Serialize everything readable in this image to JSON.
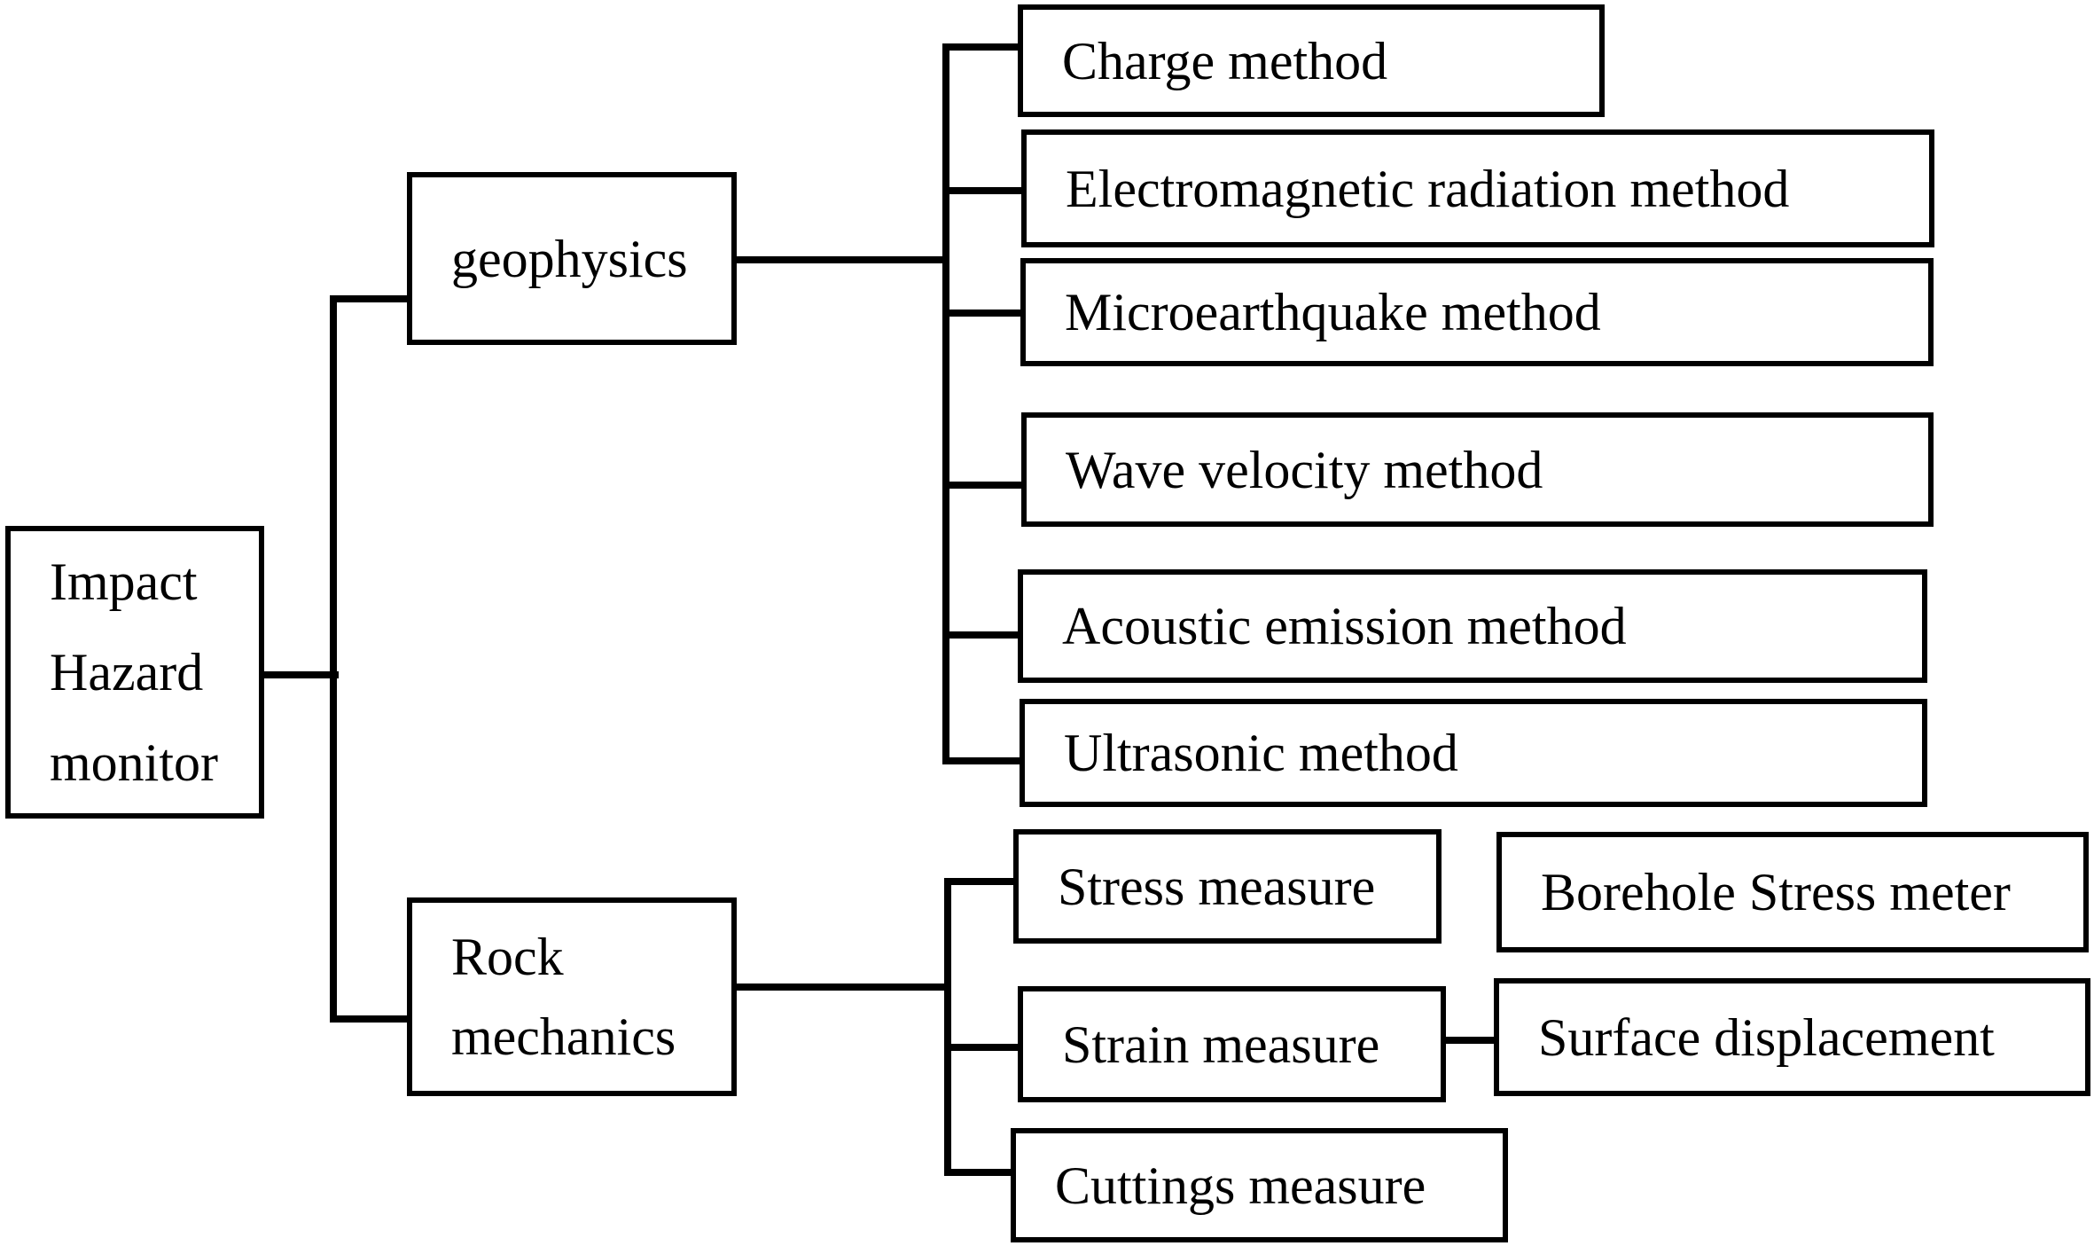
{
  "diagram": {
    "title": "Impact Hazard monitor classification tree",
    "type": "tree",
    "colors": {
      "background": "#ffffff",
      "box_border": "#000000",
      "text": "#000000",
      "connector": "#000000"
    },
    "tree": {
      "root": {
        "label": "Impact Hazard monitor",
        "lines": [
          "Impact",
          "Hazard",
          "monitor"
        ]
      },
      "branches": [
        {
          "id": "geophysics",
          "label": "geophysics",
          "children": [
            {
              "id": "charge",
              "label": "Charge method"
            },
            {
              "id": "electromagnetic",
              "label": "Electromagnetic radiation method"
            },
            {
              "id": "microearthquake",
              "label": "Microearthquake method"
            },
            {
              "id": "wave-velocity",
              "label": "Wave velocity method"
            },
            {
              "id": "acoustic-emission",
              "label": "Acoustic emission method"
            },
            {
              "id": "ultrasonic",
              "label": "Ultrasonic method"
            }
          ]
        },
        {
          "id": "rock-mechanics",
          "label": "Rock mechanics",
          "lines": [
            "Rock",
            "mechanics"
          ],
          "children": [
            {
              "id": "stress-measure",
              "label": "Stress measure",
              "children": [
                {
                  "id": "borehole-stress-meter",
                  "label": "Borehole Stress meter"
                }
              ]
            },
            {
              "id": "strain-measure",
              "label": "Strain measure",
              "children": [
                {
                  "id": "surface-displacement",
                  "label": "Surface displacement"
                }
              ]
            },
            {
              "id": "cuttings-measure",
              "label": "Cuttings measure"
            }
          ]
        }
      ]
    }
  }
}
